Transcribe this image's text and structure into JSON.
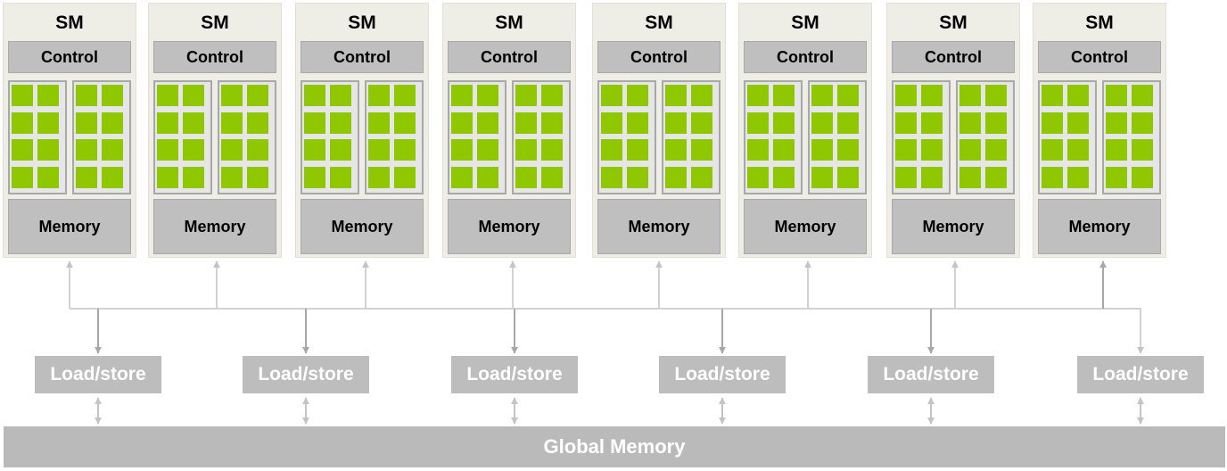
{
  "sm_label": "SM",
  "control_label": "Control",
  "memory_label": "Memory",
  "load_store_label": "Load/store",
  "global_memory_label": "Global Memory",
  "colors": {
    "core": "#8fc800",
    "sm_background": "#efeee6",
    "block": "#bfbfbf",
    "load_store": "#bdbdbd",
    "connector": "#cfcfcf"
  }
}
